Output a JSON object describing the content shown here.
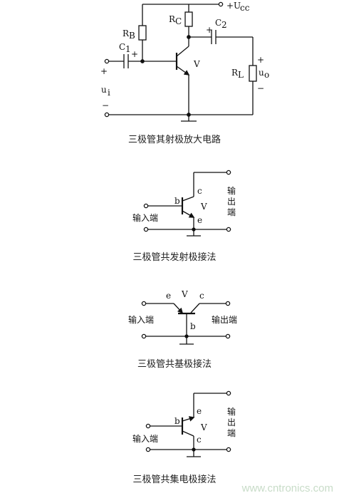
{
  "fig1": {
    "vcc": "+U",
    "vcc_sub": "cc",
    "rb": "R",
    "rb_sub": "B",
    "rc": "R",
    "rc_sub": "C",
    "c1": "C",
    "c1_sub": "1",
    "c2": "C",
    "c2_sub": "2",
    "c1_plus": "+",
    "c2_plus": "+",
    "v": "V",
    "rl": "R",
    "rl_sub": "L",
    "uo": "u",
    "uo_sub": "o",
    "ui": "u",
    "ui_sub": "i",
    "in_plus": "+",
    "in_minus": "−",
    "out_plus": "+",
    "out_minus": "−",
    "caption": "三极管其射极放大电路"
  },
  "fig2": {
    "b": "b",
    "c": "c",
    "e": "e",
    "v": "V",
    "input": "输入端",
    "output": [
      "输",
      "出",
      "端"
    ],
    "caption": "三极管共发射极接法"
  },
  "fig3": {
    "e": "e",
    "v": "V",
    "c": "c",
    "b": "b",
    "input": "输入端",
    "output": "输出端",
    "caption": "三极管共基极接法"
  },
  "fig4": {
    "b": "b",
    "e": "e",
    "c": "c",
    "v": "V",
    "input": "输入端",
    "output": [
      "输",
      "出",
      "端"
    ],
    "caption": "三极管共集电极接法"
  },
  "watermark": "www.cntronics.com"
}
